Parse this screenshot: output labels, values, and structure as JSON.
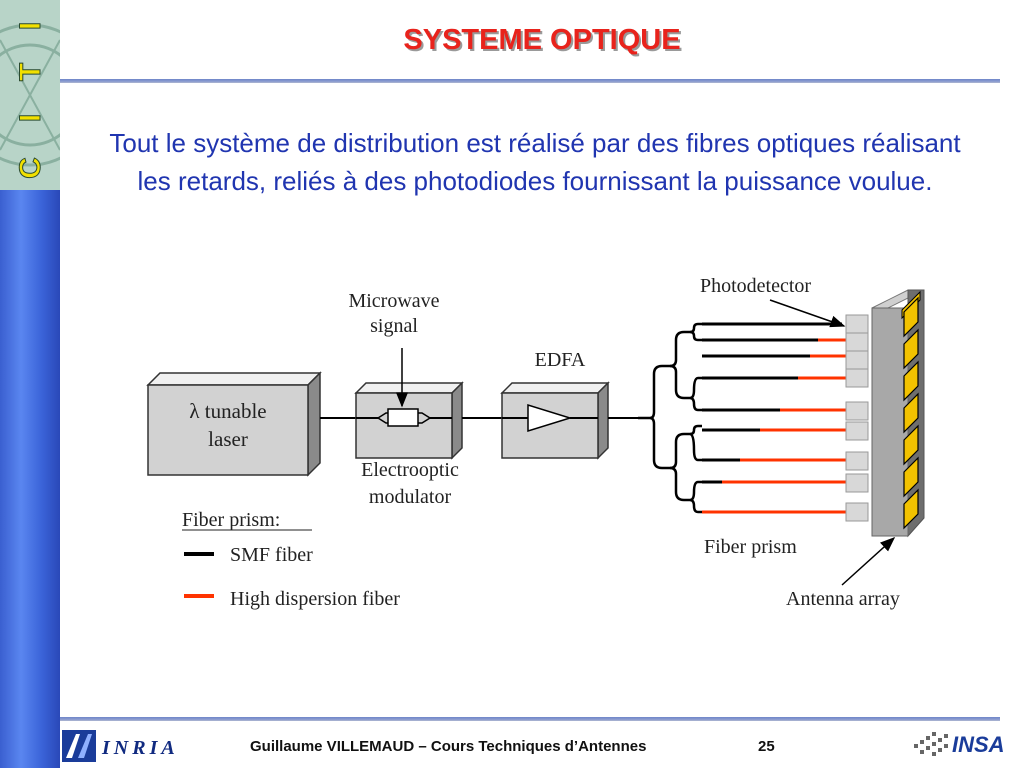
{
  "slide": {
    "title": "SYSTEME OPTIQUE",
    "intro": "Tout le système de distribution est réalisé par des fibres optiques réalisant les retards, reliés à des photodiodes fournissant la puissance voulue."
  },
  "sidebar": {
    "logo_letters": [
      "C",
      "I",
      "T",
      "I"
    ]
  },
  "diagram": {
    "laser_line1": "λ tunable",
    "laser_line2": "laser",
    "microwave_line1": "Microwave",
    "microwave_line2": "signal",
    "edfa": "EDFA",
    "modulator_line1": "Electrooptic",
    "modulator_line2": "modulator",
    "photodetector": "Photodetector",
    "fiber_prism": "Fiber prism",
    "antenna_array": "Antenna array",
    "legend": {
      "title": "Fiber prism:",
      "smf": "SMF fiber",
      "hdf": "High dispersion fiber"
    },
    "colors": {
      "smf": "#000000",
      "hdf": "#ff3300",
      "element": "#f2c200"
    }
  },
  "footer": {
    "author": "Guillaume VILLEMAUD – Cours Techniques d’Antennes",
    "page": "25",
    "inria": "INRIA",
    "insa": "INSA"
  }
}
